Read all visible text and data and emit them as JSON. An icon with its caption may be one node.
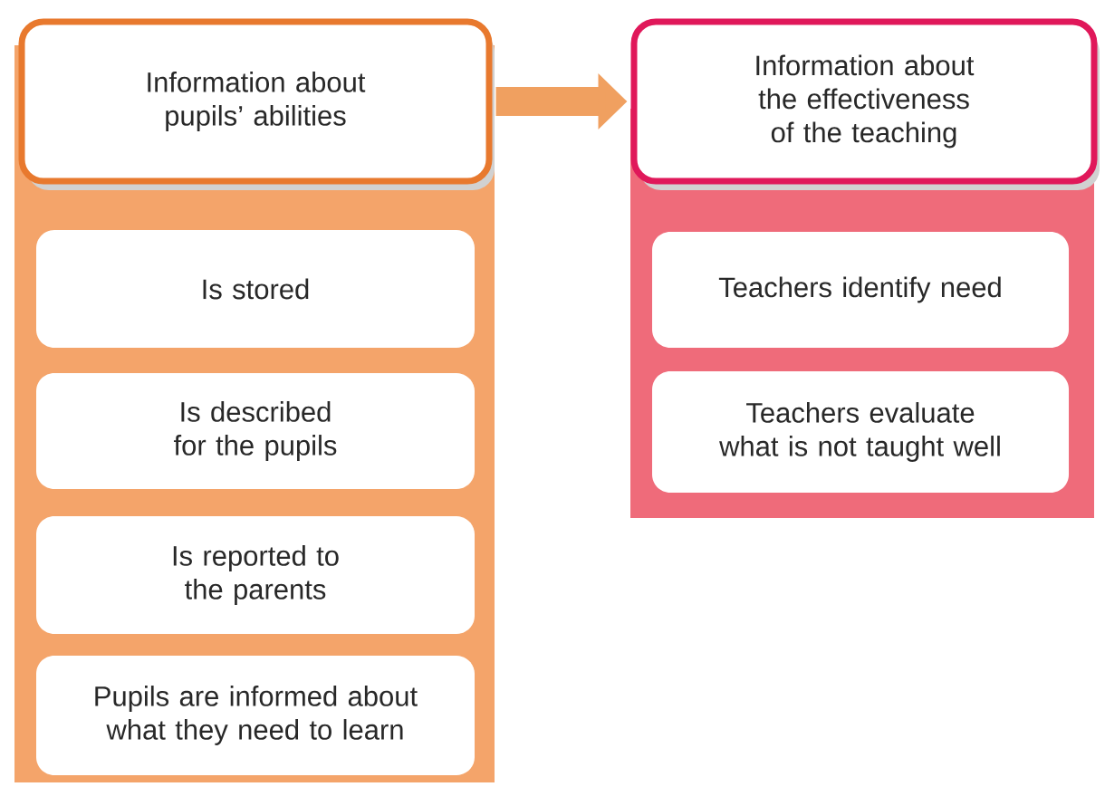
{
  "diagram": {
    "nodes": [
      {
        "text": [],
        "shape": "bar"
      },
      {
        "text": [
          "Information about pupils’ abilities"
        ]
      },
      {
        "text": [
          "Is stored"
        ],
        "in": 0
      },
      {
        "text": [
          "Is described for the pupils"
        ],
        "in": 0
      },
      {
        "text": [
          "Is reported to the parents"
        ],
        "in": 0
      },
      {
        "text": [
          "Pupils are informed about what they need to learn"
        ],
        "in": 0
      },
      {
        "text": [],
        "shape": "bar"
      },
      {
        "text": [
          "Information about the effectiveness of the teaching"
        ]
      },
      {
        "text": [
          "Teachers identify need"
        ],
        "in": 6
      },
      {
        "text": [
          "Teachers evaluate what is not taught well"
        ],
        "in": 6
      }
    ],
    "edges": [
      {
        "from": 1,
        "to": 7,
        "arrow": "to",
        "color": "#f0a060"
      }
    ]
  }
}
